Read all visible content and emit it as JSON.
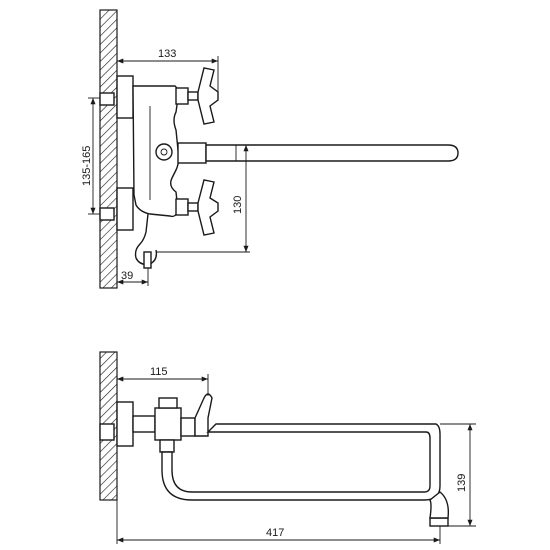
{
  "top_view": {
    "dim_width": "133",
    "dim_wall": "135-165",
    "dim_height": "130",
    "dim_holder": "39"
  },
  "bottom_view": {
    "dim_depth": "115",
    "dim_spout_height": "139",
    "dim_length": "417"
  }
}
